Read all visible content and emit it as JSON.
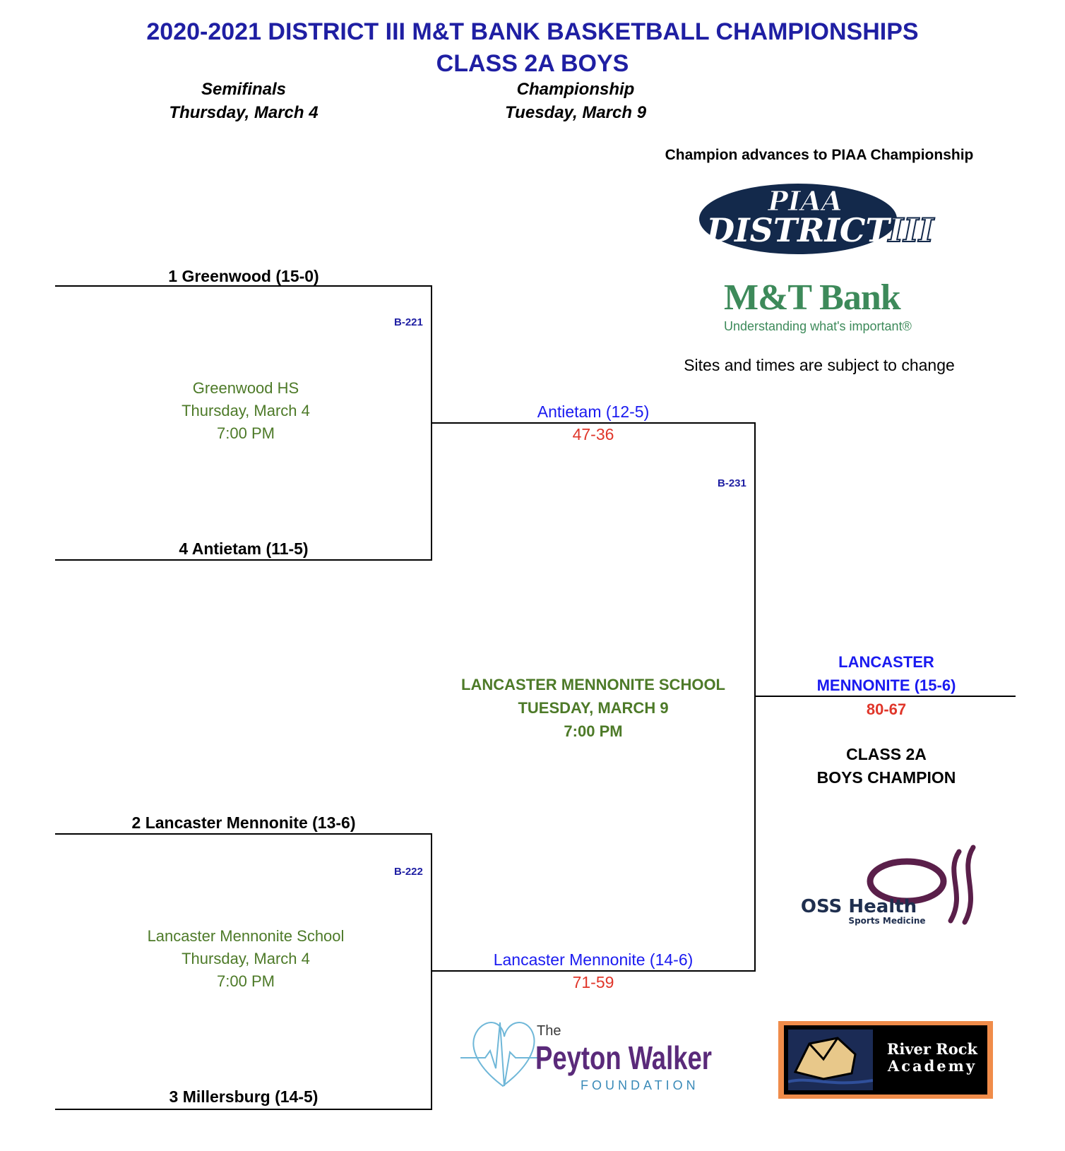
{
  "header": {
    "title_line1": "2020-2021 DISTRICT III M&T BANK BASKETBALL CHAMPIONSHIPS",
    "title_line2": "CLASS 2A BOYS"
  },
  "rounds": [
    {
      "name": "Semifinals",
      "date": "Thursday, March 4"
    },
    {
      "name": "Championship",
      "date": "Tuesday, March 9"
    }
  ],
  "notes": {
    "advance": "Champion advances to PIAA Championship",
    "disclaimer": "Sites and times are subject to change"
  },
  "logos": {
    "piaa_line1": "PIAA",
    "piaa_line2": "DISTRICT",
    "piaa_numeral": "III",
    "mt_name": "M&T Bank",
    "mt_tagline": "Understanding what's important®",
    "oss_name": "OSS Health",
    "oss_sub": "Sports Medicine",
    "peyton_the": "The",
    "peyton_name": "Peyton Walker",
    "peyton_sub": "FOUNDATION",
    "river_rock": "River Rock",
    "river_academy": "Academy"
  },
  "semifinals": [
    {
      "code": "B-221",
      "top_team": "1 Greenwood (15-0)",
      "bottom_team": "4 Antietam (11-5)",
      "site": "Greenwood HS",
      "date": "Thursday, March 4",
      "time": "7:00 PM",
      "winner": "Antietam (12-5)",
      "score": "47-36"
    },
    {
      "code": "B-222",
      "top_team": "2 Lancaster Mennonite (13-6)",
      "bottom_team": "3 Millersburg (14-5)",
      "site": "Lancaster Mennonite School",
      "date": "Thursday, March 4",
      "time": "7:00 PM",
      "winner": "Lancaster Mennonite (14-6)",
      "score": "71-59"
    }
  ],
  "final": {
    "code": "B-231",
    "site": "LANCASTER MENNONITE SCHOOL",
    "date": "TUESDAY, MARCH 9",
    "time": "7:00 PM",
    "winner_line1": "LANCASTER",
    "winner_line2": "MENNONITE (15-6)",
    "score": "80-67",
    "champ_line1": "CLASS 2A",
    "champ_line2": "BOYS CHAMPION"
  }
}
